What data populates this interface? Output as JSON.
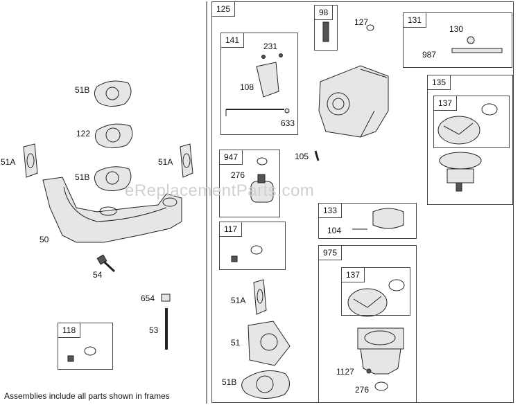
{
  "watermark": "eReplacementParts.com",
  "footer": "Assemblies include all parts shown in frames",
  "frames": {
    "f125": "125",
    "f98": "98",
    "f131": "131",
    "f141": "141",
    "f135": "135",
    "f137a": "137",
    "f947": "947",
    "f133": "133",
    "f117": "117",
    "f975": "975",
    "f137b": "137",
    "f118": "118"
  },
  "labels": {
    "l51B_1": "51B",
    "l122": "122",
    "l51A_l": "51A",
    "l51A_r": "51A",
    "l51B_2": "51B",
    "l50": "50",
    "l54": "54",
    "l654": "654",
    "l53": "53",
    "l127": "127",
    "l130": "130",
    "l987": "987",
    "l231": "231",
    "l108": "108",
    "l633": "633",
    "l105": "105",
    "l276a": "276",
    "l104": "104",
    "l51A_m": "51A",
    "l51_m": "51",
    "l51B_m": "51B",
    "l1127": "1127",
    "l276b": "276"
  }
}
